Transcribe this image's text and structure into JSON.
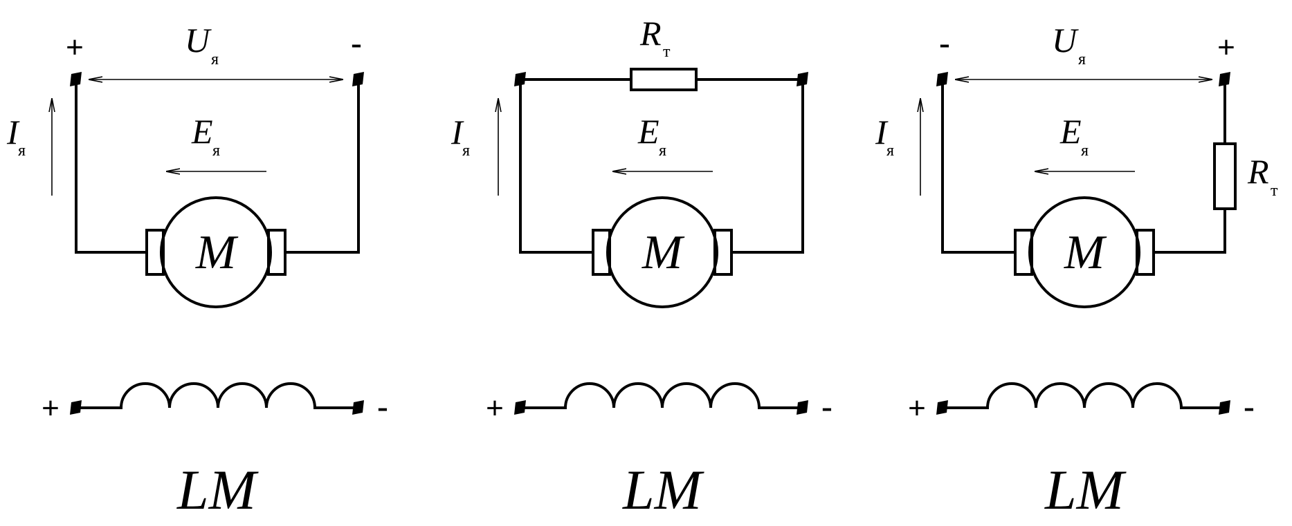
{
  "circuits": [
    {
      "voltage": {
        "symbol": "U",
        "sub": "я"
      },
      "current": {
        "symbol": "I",
        "sub": "я"
      },
      "emf": {
        "symbol": "E",
        "sub": "я"
      },
      "motor": "M",
      "top_left_sign": "+",
      "top_right_sign": "-",
      "coil_left_sign": "+",
      "coil_right_sign": "-",
      "coil_label": "LM"
    },
    {
      "resistor": {
        "symbol": "R",
        "sub": "т"
      },
      "current": {
        "symbol": "I",
        "sub": "я"
      },
      "emf": {
        "symbol": "E",
        "sub": "я"
      },
      "motor": "M",
      "coil_left_sign": "+",
      "coil_right_sign": "-",
      "coil_label": "LM"
    },
    {
      "voltage": {
        "symbol": "U",
        "sub": "я"
      },
      "current": {
        "symbol": "I",
        "sub": "я"
      },
      "emf": {
        "symbol": "E",
        "sub": "я"
      },
      "resistor": {
        "symbol": "R",
        "sub": "т"
      },
      "motor": "M",
      "top_left_sign": "-",
      "top_right_sign": "+",
      "coil_left_sign": "+",
      "coil_right_sign": "-",
      "coil_label": "LM"
    }
  ]
}
